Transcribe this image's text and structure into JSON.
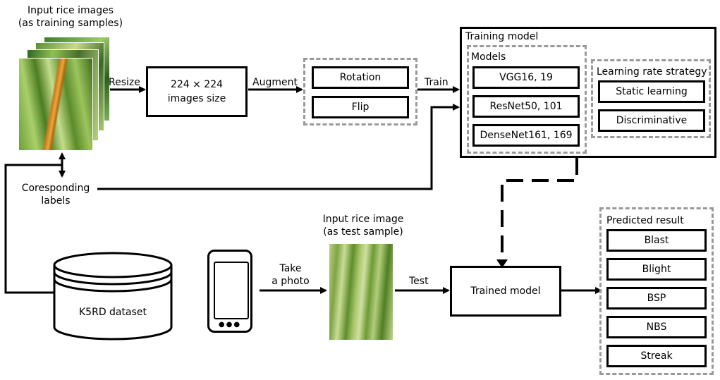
{
  "input_images": {
    "caption_line1": "Input rice images",
    "caption_line2": "(as training samples)"
  },
  "labels": {
    "line1": "Coresponding",
    "line2": "labels"
  },
  "arrows": {
    "resize": "Resize",
    "augment": "Augment",
    "train": "Train",
    "take_photo_line1": "Take",
    "take_photo_line2": "a photo",
    "test": "Test"
  },
  "resize_box": {
    "line1": "224 × 224",
    "line2": "images size"
  },
  "augment": {
    "items": [
      "Rotation",
      "Flip"
    ]
  },
  "training_model": {
    "title": "Training model",
    "models": {
      "title": "Models",
      "items": [
        "VGG16, 19",
        "ResNet50, 101",
        "DenseNet161, 169"
      ]
    },
    "lr_strategy": {
      "title": "Learning rate strategy",
      "items": [
        "Static learning",
        "Discriminative"
      ]
    }
  },
  "dataset": {
    "label": "K5RD dataset"
  },
  "test_image": {
    "caption_line1": "Input rice image",
    "caption_line2": "(as test sample)"
  },
  "trained_model": {
    "label": "Trained model"
  },
  "predicted": {
    "title": "Predicted result",
    "items": [
      "Blast",
      "Blight",
      "BSP",
      "NBS",
      "Streak"
    ]
  }
}
